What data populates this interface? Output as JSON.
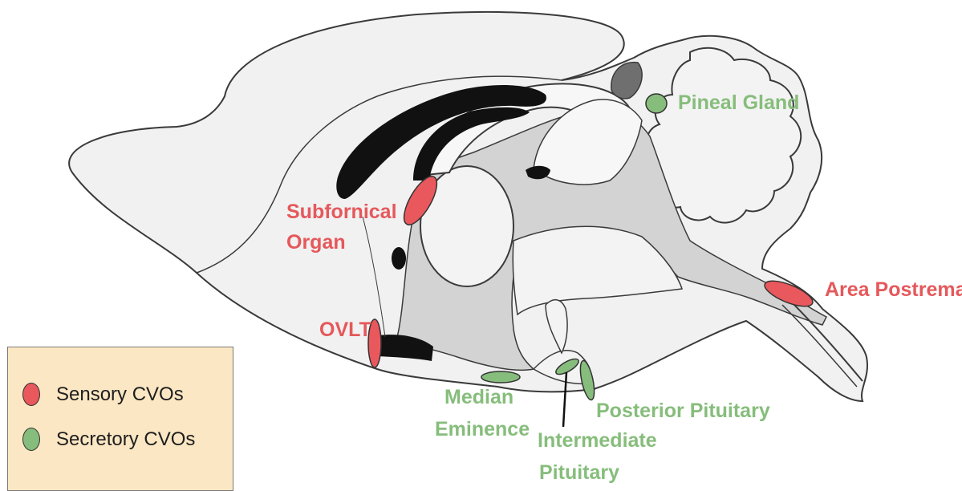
{
  "labels": {
    "subfornical_line1": "Subfornical",
    "subfornical_line2": "Organ",
    "ovlt": "OVLT",
    "pineal": "Pineal Gland",
    "area_postrema": "Area Postrema",
    "median_line1": "Median",
    "median_line2": "Eminence",
    "intermediate_line1": "Intermediate",
    "intermediate_line2": "Pituitary",
    "posterior": "Posterior Pituitary"
  },
  "legend": {
    "sensory_label": "Sensory CVOs",
    "secretory_label": "Secretory CVOs"
  },
  "colors": {
    "sensory": "#e8585c",
    "secretory": "#87bd7c",
    "tissue": "#f1f1f1",
    "ventricle": "#d3d3d3",
    "outline": "#3a3a3a",
    "legend_bg": "#fbe7c3"
  }
}
